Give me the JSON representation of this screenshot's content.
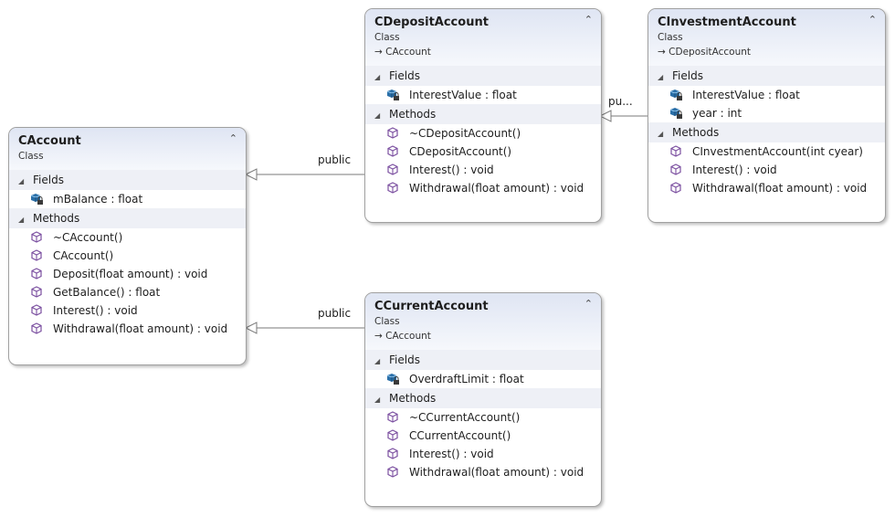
{
  "classes": {
    "caccount": {
      "name": "CAccount",
      "stereotype": "Class",
      "base": "",
      "fields_label": "Fields",
      "methods_label": "Methods",
      "fields": [
        "mBalance : float"
      ],
      "methods": [
        "~CAccount()",
        "CAccount()",
        "Deposit(float amount) : void",
        "GetBalance() : float",
        "Interest() : void",
        "Withdrawal(float amount) : void"
      ]
    },
    "cdeposit": {
      "name": "CDepositAccount",
      "stereotype": "Class",
      "base": "CAccount",
      "fields_label": "Fields",
      "methods_label": "Methods",
      "fields": [
        "InterestValue : float"
      ],
      "methods": [
        "~CDepositAccount()",
        "CDepositAccount()",
        "Interest() : void",
        "Withdrawal(float amount) : void"
      ]
    },
    "cinvestment": {
      "name": "CInvestmentAccount",
      "stereotype": "Class",
      "base": "CDepositAccount",
      "fields_label": "Fields",
      "methods_label": "Methods",
      "fields": [
        "InterestValue : float",
        "year : int"
      ],
      "methods": [
        "CInvestmentAccount(int cyear)",
        "Interest() : void",
        "Withdrawal(float amount) : void"
      ]
    },
    "ccurrent": {
      "name": "CCurrentAccount",
      "stereotype": "Class",
      "base": "CAccount",
      "fields_label": "Fields",
      "methods_label": "Methods",
      "fields": [
        "OverdraftLimit : float"
      ],
      "methods": [
        "~CCurrentAccount()",
        "CCurrentAccount()",
        "Interest() : void",
        "Withdrawal(float amount) : void"
      ]
    }
  },
  "edges": {
    "deposit_to_account": "public",
    "current_to_account": "public",
    "investment_to_deposit": "pu..."
  },
  "icons": {
    "field": "field-lock-icon",
    "method": "method-cube-icon",
    "inherit": "inherits-arrow-icon",
    "collapse": "collapse-chevron-icon"
  },
  "colors": {
    "header": "#dfe5f3",
    "section": "#eef0f6",
    "field_icon": "#2a6fa8",
    "method_icon": "#7b4fa0"
  }
}
